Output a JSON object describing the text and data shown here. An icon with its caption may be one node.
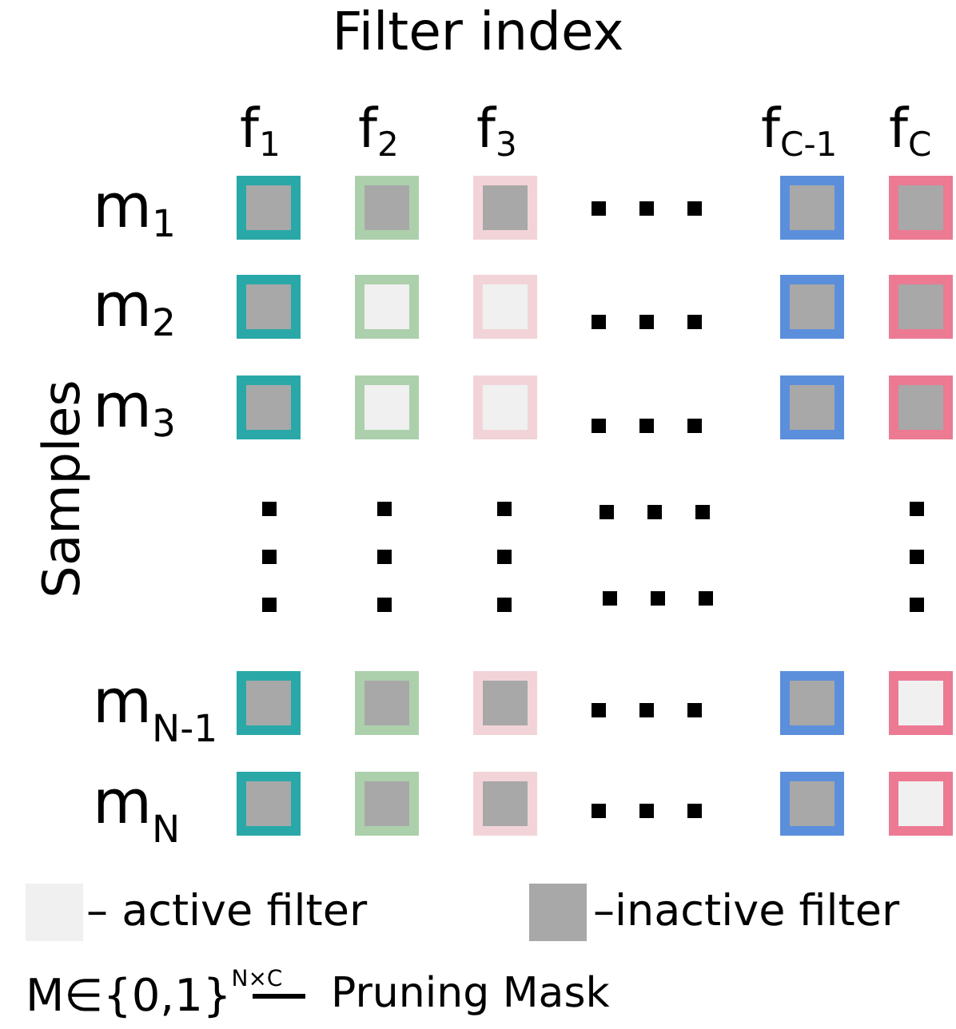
{
  "diagram": {
    "title": "Filter index",
    "labels": [
      "f$_{1}$",
      "f$_{2}$",
      "f$_{3}$",
      "f$_{C-1}$",
      "f$_{C}$",
      "Samples",
      "m$_{1}$",
      "m$_{2}$",
      "m$_{3}$",
      "m$_{N-1}$",
      "m$_{N}$",
      "M∈{0,1}$^{N×C}$",
      "Pruning Mask"
    ],
    "legend": [
      {
        "text": "– active filter",
        "color": "#f0f0f0"
      },
      {
        "text": "–inactive filter",
        "color": "#a8a8a8"
      }
    ]
  }
}
